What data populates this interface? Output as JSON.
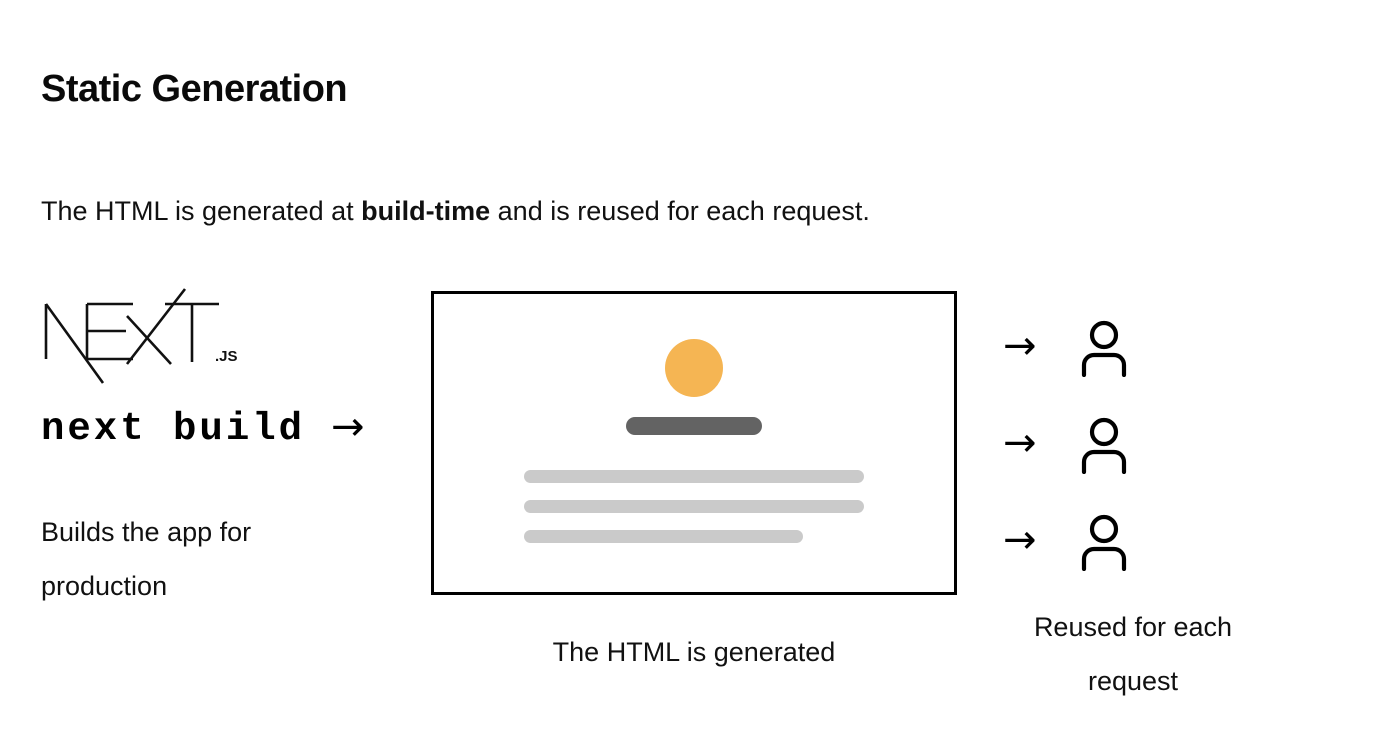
{
  "page": {
    "title": "Static Generation",
    "subtitle": {
      "before": "The HTML is generated at ",
      "emphasis": "build-time",
      "after": " and is reused for each request."
    },
    "background_color": "#ffffff",
    "text_color": "#111111"
  },
  "left_column": {
    "logo_name": "nextjs-logo",
    "logo_wordmark": "NEXT",
    "logo_suffix": ".JS",
    "command": "next build",
    "command_arrow": "→",
    "caption_line1": "Builds the app for",
    "caption_line2": "production"
  },
  "mockup": {
    "name": "generated-html-page",
    "border_color": "#000000",
    "avatar_color": "#f5b553",
    "title_bar_color": "#636363",
    "text_line_color": "#cacaca",
    "text_line_count": 3,
    "caption": "The HTML is generated"
  },
  "flow": {
    "rows": [
      {
        "arrow": "→",
        "icon": "user-icon"
      },
      {
        "arrow": "→",
        "icon": "user-icon"
      },
      {
        "arrow": "→",
        "icon": "user-icon"
      }
    ],
    "caption_line1": "Reused for each",
    "caption_line2": "request"
  }
}
